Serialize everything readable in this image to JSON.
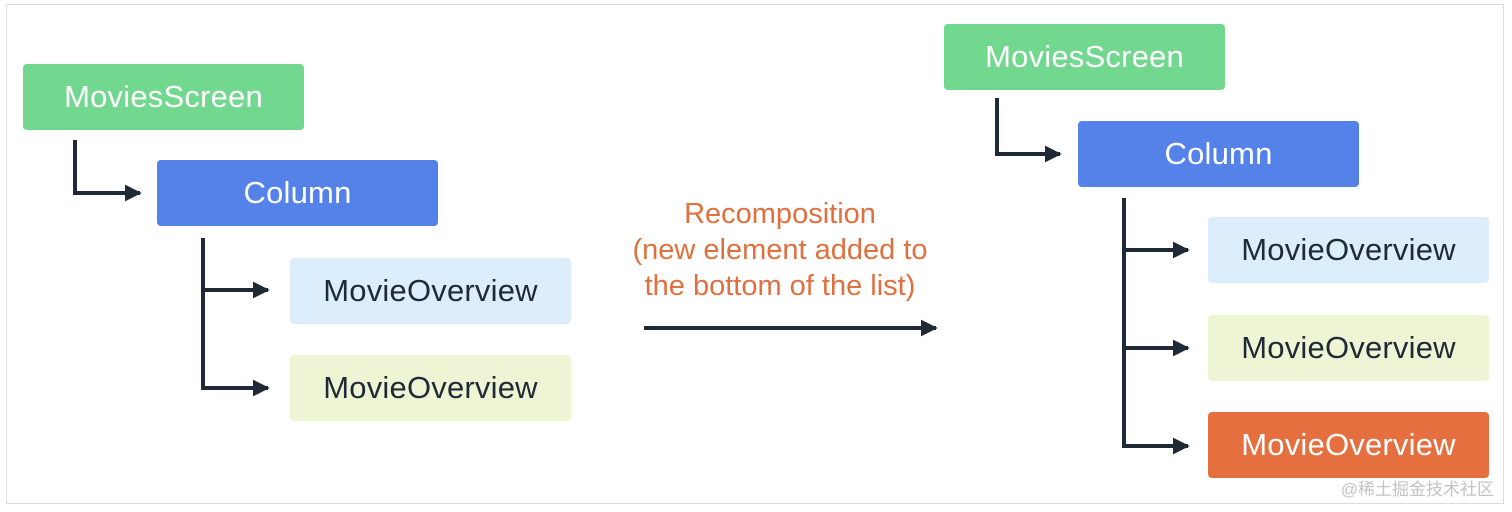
{
  "colors": {
    "root": "#72d88f",
    "column": "#5482e8",
    "child_blue": "#dcedfb",
    "child_green": "#eef5d4",
    "new_child": "#e66f40",
    "label": "#e0703f",
    "connector": "#1f2a36"
  },
  "before": {
    "root": "MoviesScreen",
    "column": "Column",
    "children": [
      "MovieOverview",
      "MovieOverview"
    ]
  },
  "transition": {
    "lines": [
      "Recomposition",
      "(new element added to",
      "the bottom of the list)"
    ]
  },
  "after": {
    "root": "MoviesScreen",
    "column": "Column",
    "children": [
      "MovieOverview",
      "MovieOverview",
      "MovieOverview"
    ]
  },
  "watermark": "@稀土掘金技术社区"
}
